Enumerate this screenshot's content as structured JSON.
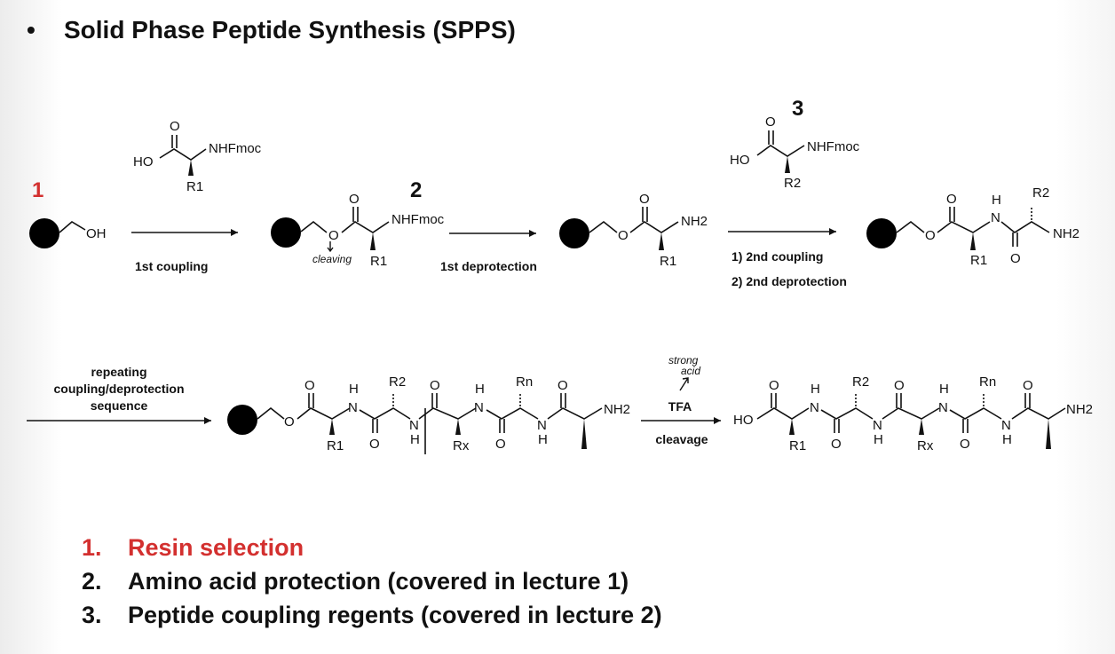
{
  "title": "Solid Phase Peptide Synthesis (SPPS)",
  "bullet": "•",
  "scheme": {
    "compound_numbers": [
      "1",
      "2",
      "3"
    ],
    "reagent_1": {
      "ho": "HO",
      "nhfmoc": "NHFmoc",
      "r": "R1",
      "o": "O"
    },
    "reagent_3": {
      "ho": "HO",
      "nhfmoc": "NHFmoc",
      "r": "R2",
      "o": "O"
    },
    "resin_oh": "OH",
    "step1_label": "1st coupling",
    "compound2": {
      "o": "O",
      "nhfmoc": "NHFmoc",
      "r": "R1"
    },
    "handwritten_cleaving": "cleaving",
    "step2_label": "1st deprotection",
    "compound_amine": {
      "o": "O",
      "nh2": "NH2",
      "r": "R1"
    },
    "step3_label_a": "1) 2nd coupling",
    "step3_label_b": "2) 2nd deprotection",
    "dipeptide": {
      "o": "O",
      "h": "H",
      "n": "N",
      "r1": "R1",
      "r2": "R2",
      "nh2": "NH2"
    },
    "repeat_label": [
      "repeating",
      "coupling/deprotection",
      "sequence"
    ],
    "chain": {
      "o": "O",
      "h": "H",
      "n": "N",
      "r1": "R1",
      "r2": "R2",
      "rx": "Rx",
      "rn": "Rn",
      "nh2": "NH2"
    },
    "tfa": "TFA",
    "cleavage": "cleavage",
    "handwritten_strong_acid": [
      "strong",
      "acid"
    ],
    "product": {
      "ho": "HO",
      "o": "O",
      "h": "H",
      "n": "N",
      "r1": "R1",
      "r2": "R2",
      "rx": "Rx",
      "rn": "Rn",
      "nh2": "NH2"
    }
  },
  "steps": [
    {
      "num": "1.",
      "text": "Resin selection"
    },
    {
      "num": "2.",
      "text": "Amino acid protection (covered in lecture 1)"
    },
    {
      "num": "3.",
      "text": "Peptide coupling regents  (covered in lecture 2)"
    }
  ],
  "colors": {
    "accent": "#d3302f",
    "text": "#111111"
  }
}
